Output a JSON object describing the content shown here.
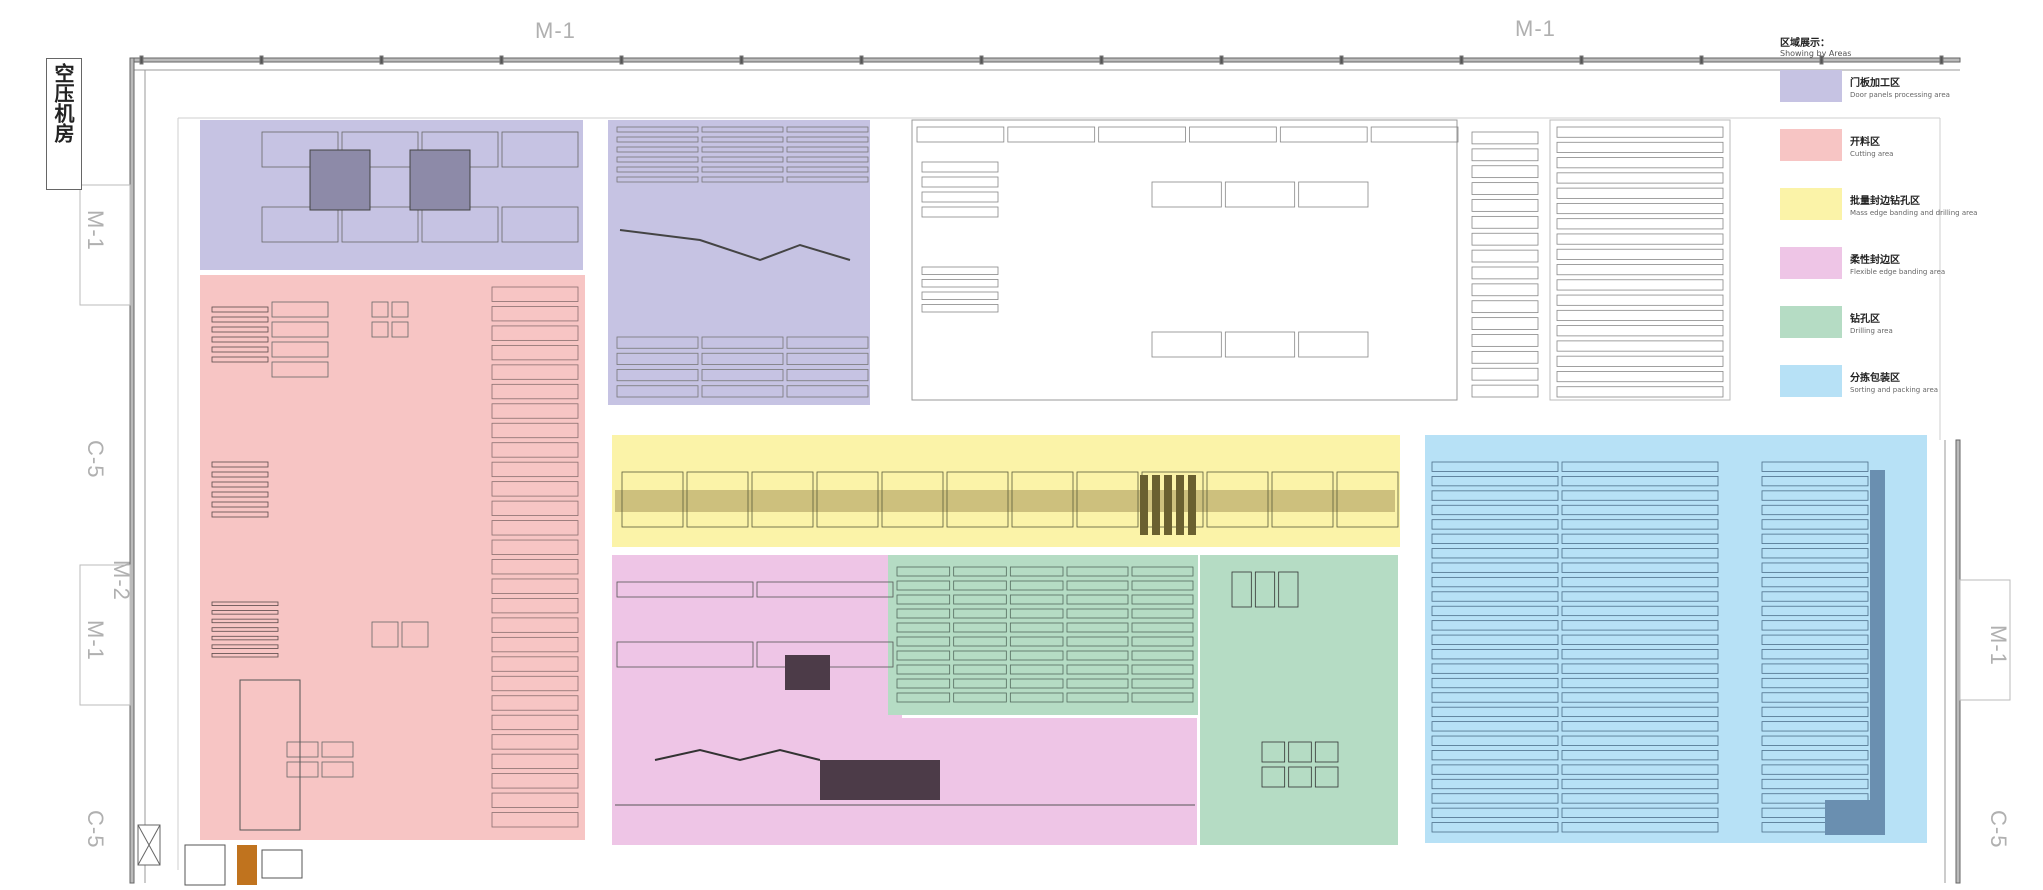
{
  "legend": {
    "title": "区域展示：",
    "subtitle": "Showing by Areas",
    "items": [
      {
        "id": "door",
        "zh": "门板加工区",
        "en": "Door panels processing area",
        "color": "#c6c3e3"
      },
      {
        "id": "cut",
        "zh": "开料区",
        "en": "Cutting area",
        "color": "#f7c5c4"
      },
      {
        "id": "batch",
        "zh": "批量封边钻孔区",
        "en": "Mass edge banding and drilling area",
        "color": "#fbf3a8"
      },
      {
        "id": "flex",
        "zh": "柔性封边区",
        "en": "Flexible edge banding area",
        "color": "#eec5e6"
      },
      {
        "id": "drill",
        "zh": "钻孔区",
        "en": "Drilling area",
        "color": "#b5dcc4"
      },
      {
        "id": "sort",
        "zh": "分拣包装区",
        "en": "Sorting and packing area",
        "color": "#b7e1f6"
      }
    ]
  },
  "room_labels": [
    {
      "id": "m1-top-left",
      "text": "M-1"
    },
    {
      "id": "m1-top-right",
      "text": "M-1"
    },
    {
      "id": "m1-left-upper",
      "text": "M-1"
    },
    {
      "id": "c5-left",
      "text": "C-5"
    },
    {
      "id": "m2-left",
      "text": "M-2"
    },
    {
      "id": "m1-left-lower",
      "text": "M-1"
    },
    {
      "id": "c5-left-bottom",
      "text": "C-5"
    },
    {
      "id": "m1-right",
      "text": "M-1"
    },
    {
      "id": "c5-right",
      "text": "C-5"
    }
  ],
  "compressor_room": "空压机房"
}
